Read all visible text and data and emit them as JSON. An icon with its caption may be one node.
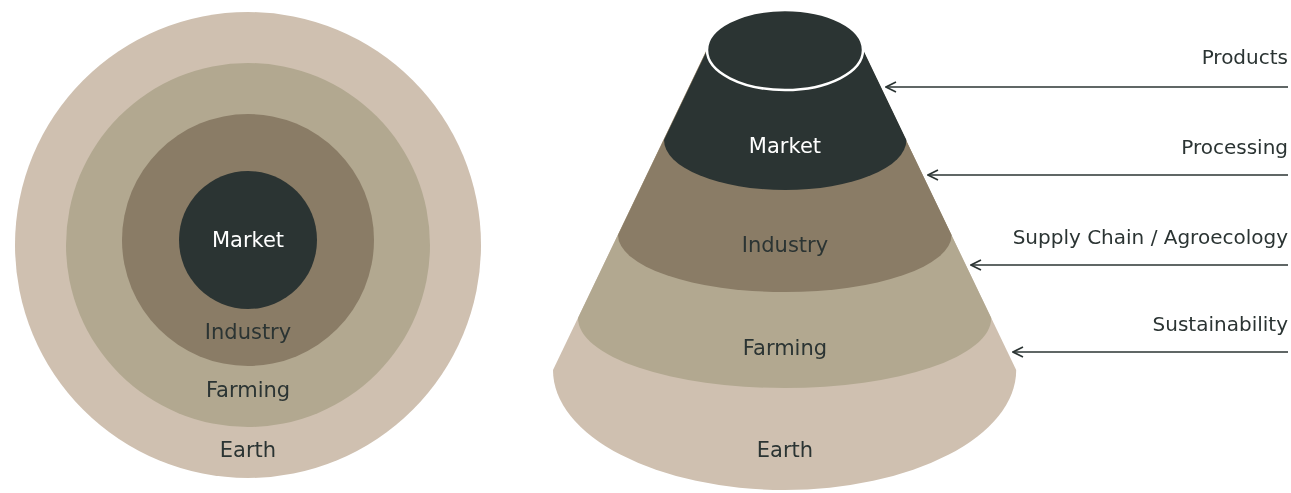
{
  "diagram": {
    "nodes": [
      {
        "text": [
          "Earth"
        ]
      },
      {
        "text": [
          "Farming"
        ],
        "in": 0
      },
      {
        "text": [
          "Industry"
        ],
        "in": 1
      },
      {
        "text": [
          "Market"
        ],
        "in": 2
      },
      {
        "text": [
          "Earth"
        ]
      },
      {
        "text": [
          "Farming"
        ],
        "in": 4
      },
      {
        "text": [
          "Industry"
        ],
        "in": 5
      },
      {
        "text": [
          "Market"
        ],
        "in": 6
      },
      {
        "text": [],
        "shape": "ellipse"
      },
      {
        "text": [
          "Products"
        ]
      },
      {
        "text": [
          "Processing"
        ]
      },
      {
        "text": [
          "Supply Chain / Agroecology"
        ]
      },
      {
        "text": [
          "Sustainability"
        ]
      }
    ],
    "edges": [
      {
        "from": 9,
        "to": 7,
        "arrow": "to"
      },
      {
        "from": 10,
        "to": 6,
        "arrow": "to"
      },
      {
        "from": 11,
        "to": 5,
        "arrow": "to"
      },
      {
        "from": 12,
        "to": 4,
        "arrow": "to"
      }
    ]
  }
}
